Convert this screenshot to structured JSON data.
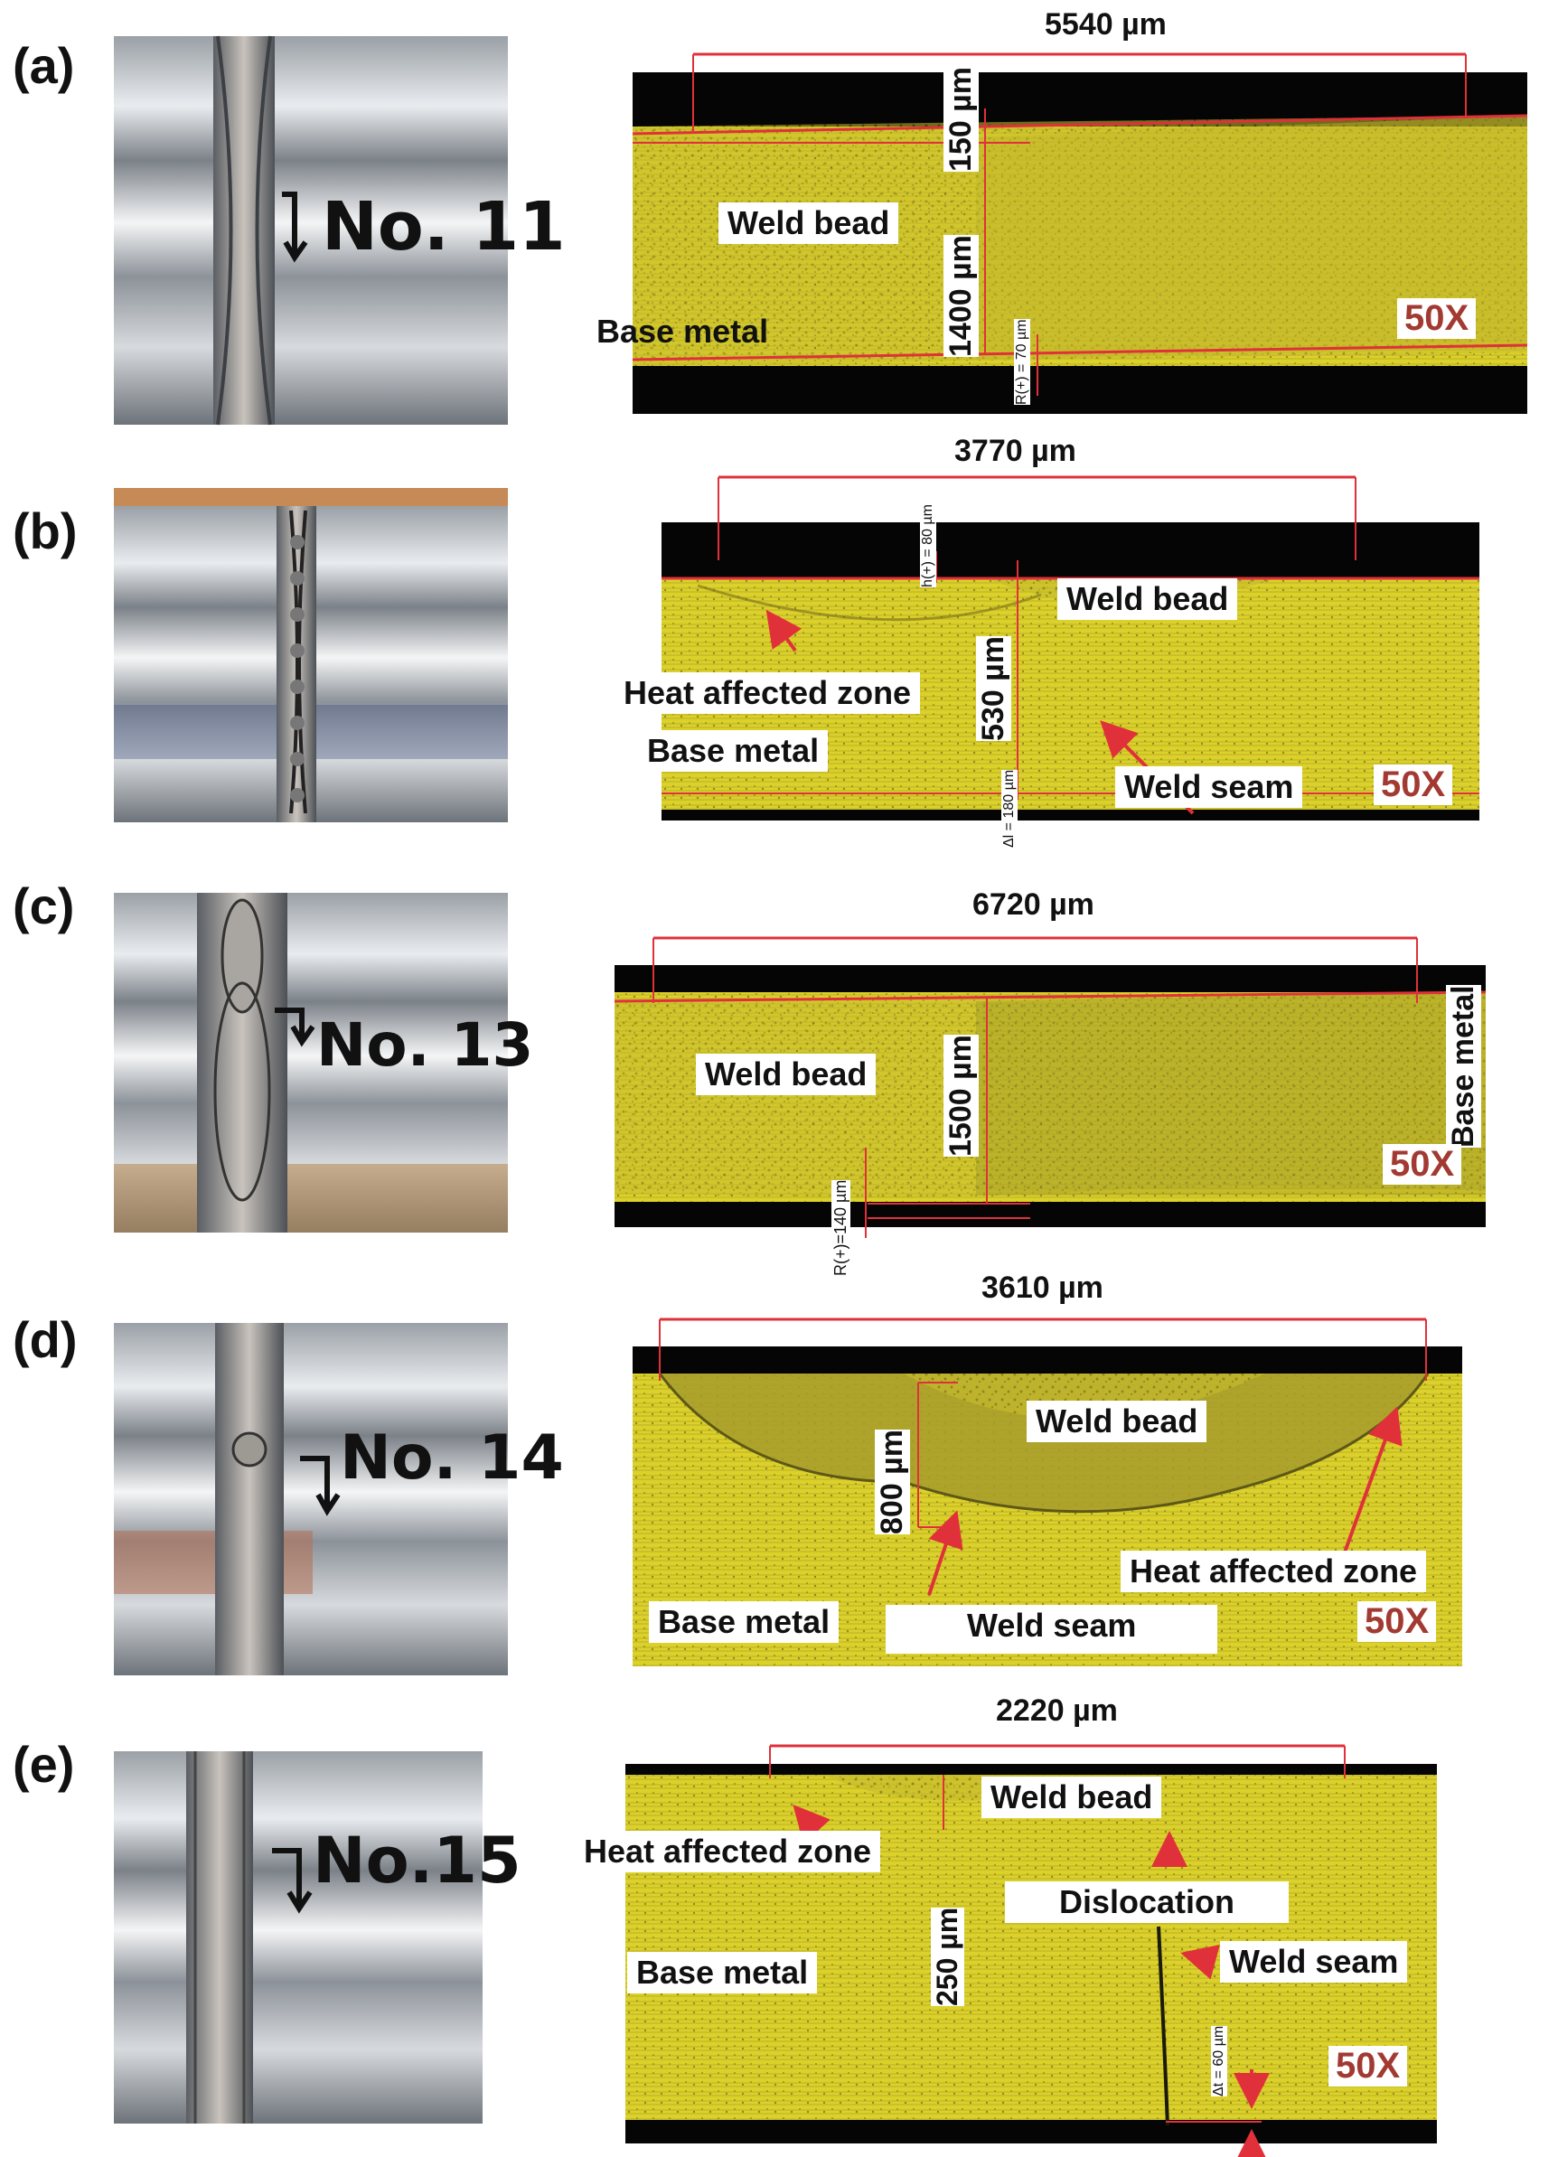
{
  "panels": [
    {
      "id": "a",
      "label": "(a)",
      "photo_text": "No. 11",
      "width": "5540 µm",
      "thickness_upper": "150 µm",
      "thickness_main": "1400 µm",
      "root": "R(+) = 70 µm",
      "labels": [
        "Weld bead",
        "Base metal"
      ],
      "magnification": "50X"
    },
    {
      "id": "b",
      "label": "(b)",
      "width": "3770 µm",
      "reinforcement": "h(+) = 80 µm",
      "thickness_main": "530 µm",
      "root": "Δl = 180 µm",
      "labels": [
        "Weld bead",
        "Heat affected zone",
        "Base metal",
        "Weld seam"
      ],
      "magnification": "50X"
    },
    {
      "id": "c",
      "label": "(c)",
      "photo_text": "No. 13",
      "width": "6720 µm",
      "thickness_main": "1500 µm",
      "root": "R(+)=140 µm",
      "labels": [
        "Weld bead",
        "Base metal"
      ],
      "magnification": "50X"
    },
    {
      "id": "d",
      "label": "(d)",
      "photo_text": "No. 14",
      "width": "3610 µm",
      "thickness_main": "800 µm",
      "labels": [
        "Weld bead",
        "Heat affected zone",
        "Base metal",
        "Weld seam"
      ],
      "magnification": "50X"
    },
    {
      "id": "e",
      "label": "(e)",
      "photo_text": "No.15",
      "width": "2220 µm",
      "thickness_main": "250 µm",
      "root": "Δt = 60 µm",
      "labels": [
        "Weld bead",
        "Heat affected zone",
        "Dislocation",
        "Weld seam",
        "Base metal"
      ],
      "magnification": "50X"
    }
  ],
  "colors": {
    "micro_yellow": "#e3d82a",
    "micro_dark": "#6f6a1f",
    "dimension_red": "#e0313a",
    "mag_red": "#a23a32"
  }
}
